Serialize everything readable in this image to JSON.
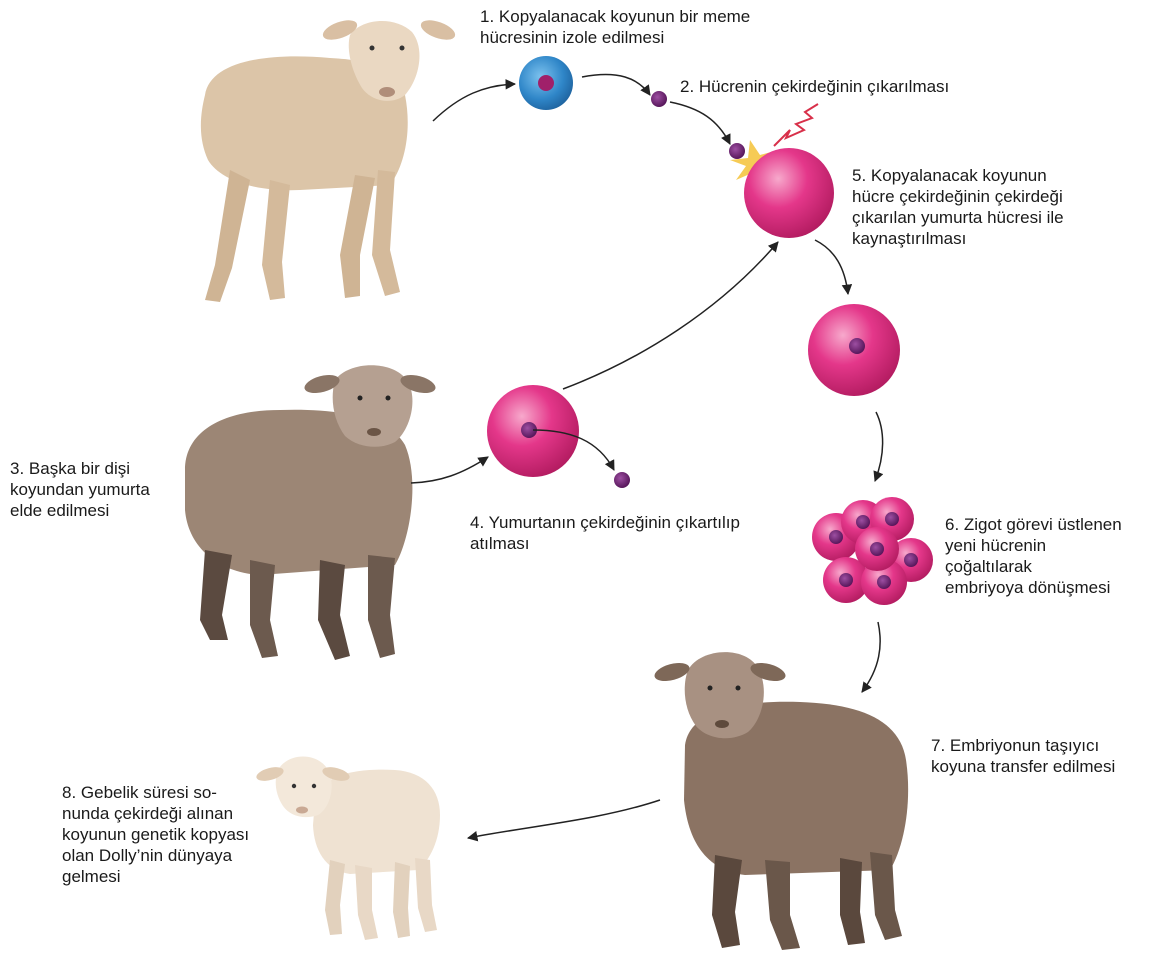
{
  "steps": {
    "s1": "1. Kopyalanacak koyunun bir meme\nhücresinin izole edilmesi",
    "s2": "2. Hücrenin çekirdeğinin çıkarılması",
    "s3": "3. Başka bir dişi\nkoyundan yumurta\nelde edilmesi",
    "s4": "4. Yumurtanın çekirdeğinin çıkartılıp\natılması",
    "s5": "5. Kopyalanacak koyunun\nhücre çekirdeğinin çekirdeği\nçıkarılan yumurta hücresi ile\nkaynaştırılması",
    "s6": "6. Zigot görevi üstlenen\nyeni hücrenin\nçoğaltılarak\nembriyoya dönüşmesi",
    "s7": "7. Embriyonun taşıyıcı\nkoyuna transfer edilmesi",
    "s8": "8. Gebelik süresi so-\nnunda çekirdeği alınan\nkoyunun genetik kopyası\nolan Dolly’nin dünyaya\ngelmesi"
  },
  "colors": {
    "mammary_cell": "#2f86c8",
    "nucleus": "#6a1f6e",
    "egg_cell": "#e0307a",
    "arrow": "#222222",
    "spark": "#f5c542",
    "lightning": "#d8304a",
    "donor_sheep_wool": "#dcc5a8",
    "egg_donor_wool": "#9c8675",
    "surrogate_wool": "#8b7363",
    "lamb_wool": "#efe2d2"
  },
  "icons": [
    "sheep-icon",
    "cell-icon",
    "nucleus-icon",
    "arrow-icon",
    "spark-icon"
  ]
}
